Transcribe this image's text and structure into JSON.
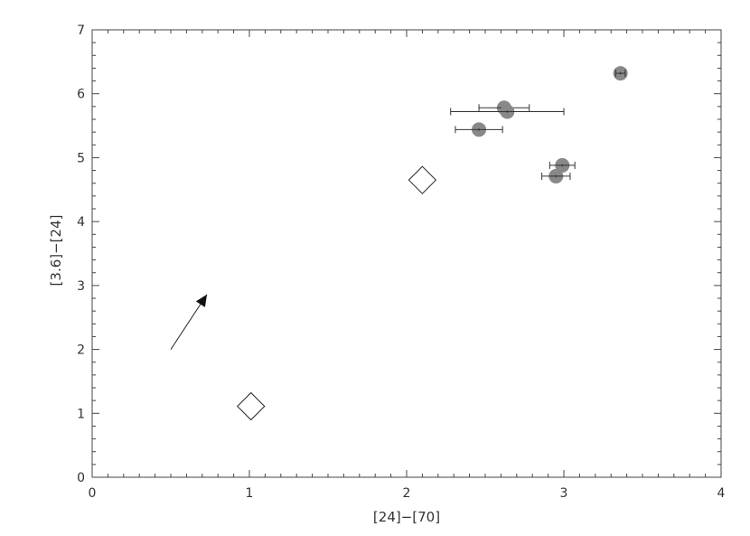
{
  "chart_data": {
    "type": "scatter",
    "xlabel": "[24]−[70]",
    "ylabel": "[3.6]−[24]",
    "xlim": [
      0,
      4
    ],
    "ylim": [
      0,
      7
    ],
    "x_ticks": [
      "0",
      "1",
      "2",
      "3",
      "4"
    ],
    "y_ticks": [
      "0",
      "1",
      "2",
      "3",
      "4",
      "5",
      "6",
      "7"
    ],
    "x_minor_step": 0.1,
    "y_minor_step": 0.2,
    "grid": false,
    "series": [
      {
        "marker": "circle",
        "fill": "#888888",
        "points": [
          {
            "x": 2.46,
            "y": 5.44,
            "xerr": 0.15,
            "yerr": 0.02
          },
          {
            "x": 2.62,
            "y": 5.78,
            "xerr": 0.16,
            "yerr": 0.02
          },
          {
            "x": 2.64,
            "y": 5.72,
            "xerr": 0.36,
            "yerr": 0.02
          },
          {
            "x": 2.99,
            "y": 4.88,
            "xerr": 0.08,
            "yerr": 0.02
          },
          {
            "x": 2.95,
            "y": 4.71,
            "xerr": 0.09,
            "yerr": 0.02
          },
          {
            "x": 3.36,
            "y": 6.32,
            "xerr": 0.03,
            "yerr": 0.02
          }
        ]
      },
      {
        "marker": "diamond",
        "fill": "none",
        "points": [
          {
            "x": 2.1,
            "y": 4.65
          },
          {
            "x": 1.01,
            "y": 1.11
          }
        ]
      }
    ],
    "annotations": [
      {
        "type": "arrow",
        "x0": 0.5,
        "y0": 2.0,
        "x1": 0.73,
        "y1": 2.86
      }
    ]
  }
}
